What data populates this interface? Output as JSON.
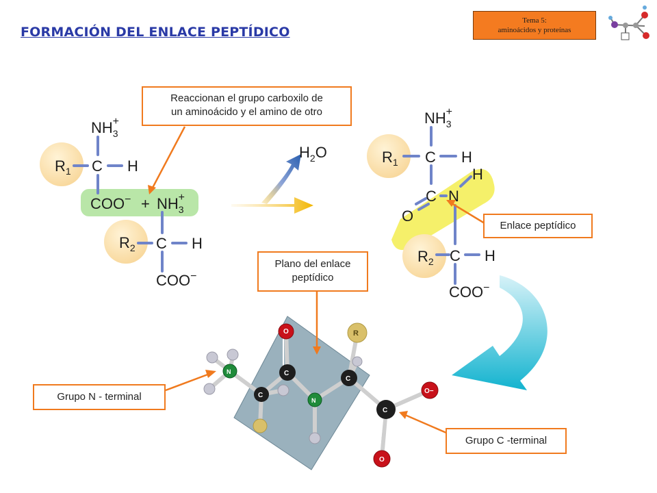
{
  "header": {
    "title": "FORMACIÓN DEL ENLACE PEPTÍDICO",
    "topic_line1": "Tema 5:",
    "topic_line2": "aminoácidos y proteínas"
  },
  "callouts": {
    "reaction_line1": "Reaccionan el grupo carboxilo de",
    "reaction_line2": "un aminoácido y el amino de otro",
    "peptide_bond": "Enlace peptídico",
    "plane_line1": "Plano del enlace",
    "plane_line2": "peptídico",
    "n_terminal": "Grupo N - terminal",
    "c_terminal": "Grupo C -terminal"
  },
  "reactants": {
    "amino1": "NH",
    "amino1_sub": "3",
    "amino1_charge": "+",
    "r1": "R",
    "r1_sub": "1",
    "carbon": "C",
    "hydrogen": "H",
    "carboxyl": "COO",
    "carboxyl_charge": "−",
    "plus": "+",
    "amino2": "NH",
    "amino2_sub": "3",
    "amino2_charge": "+",
    "r2": "R",
    "r2_sub": "2",
    "carboxyl2": "COO",
    "carboxyl2_charge": "−"
  },
  "water": {
    "h": "H",
    "sub": "2",
    "o": "O"
  },
  "product": {
    "amino": "NH",
    "amino_sub": "3",
    "amino_charge": "+",
    "r1": "R",
    "r1_sub": "1",
    "c1": "C",
    "h1": "H",
    "c_carbonyl": "C",
    "n": "N",
    "h_amide": "H",
    "o": "O",
    "r2": "R",
    "r2_sub": "2",
    "c2": "C",
    "h2": "H",
    "carboxyl": "COO",
    "carboxyl_charge": "−"
  },
  "model_atoms": {
    "o": "O",
    "c": "C",
    "n": "N",
    "r": "R",
    "o_minus": "O−"
  },
  "colors": {
    "title": "#2a3aa6",
    "orange": "#f07a1e",
    "r_circle": "#fde3b0",
    "green_highlight": "#b9e6a8",
    "yellow_highlight": "#f5f06a",
    "bond_blue": "#6f84c9",
    "plane": "#8fa9b6",
    "cyan_arrow": "#1ab8d2"
  }
}
